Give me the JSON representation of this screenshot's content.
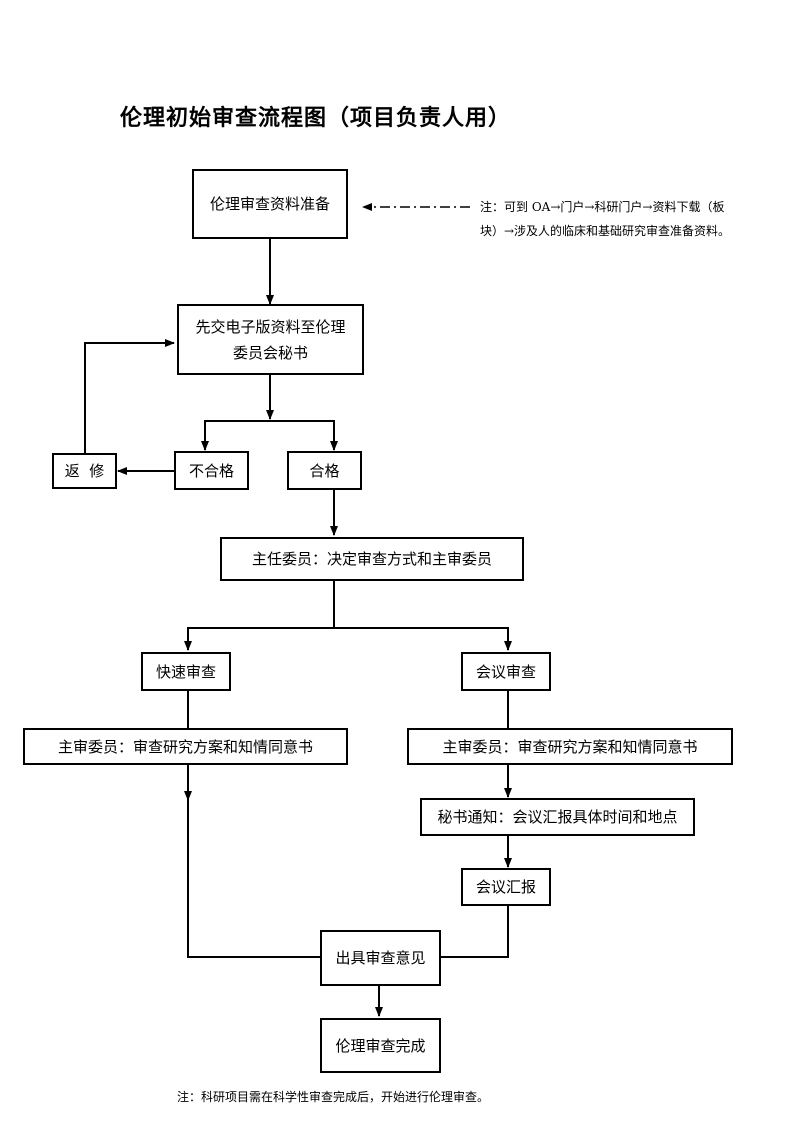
{
  "title": "伦理初始审查流程图（项目负责人用）",
  "nodes": {
    "prepare": "伦理审查资料准备",
    "submit_line1": "先交电子版资料至伦理",
    "submit_line2": "委员会秘书",
    "return": "返  修",
    "fail": "不合格",
    "pass": "合格",
    "chair": "主任委员：决定审查方式和主审委员",
    "fast_review": "快速审查",
    "meeting_review": "会议审查",
    "fast_primary": "主审委员：审查研究方案和知情同意书",
    "meeting_primary": "主审委员：审查研究方案和知情同意书",
    "secretary_notice": "秘书通知：会议汇报具体时间和地点",
    "meeting_report": "会议汇报",
    "opinion": "出具审查意见",
    "complete": "伦理审查完成"
  },
  "notes": {
    "side_line1": "注：可到 OA→门户→科研门户→资料下载（板",
    "side_line2": "块）→涉及人的临床和基础研究审查准备资料。",
    "footer": "注：科研项目需在科学性审查完成后，开始进行伦理审查。"
  }
}
